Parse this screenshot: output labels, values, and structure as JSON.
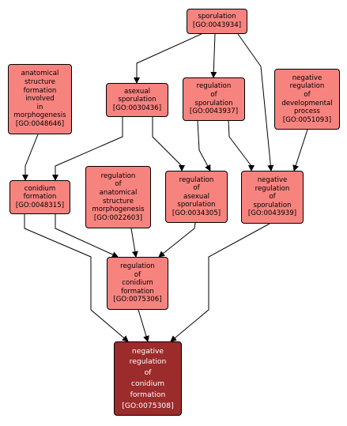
{
  "diagram": {
    "colors": {
      "node_fill": "#f7837f",
      "focus_fill": "#9c2b2b",
      "border": "#000000",
      "focus_text": "#ffffff",
      "edge": "#000000"
    },
    "nodes": [
      {
        "id": "GO:0043934",
        "lines": [
          "sporulation",
          "[GO:0043934]"
        ],
        "focus": false
      },
      {
        "id": "GO:0048646",
        "lines": [
          "anatomical",
          "structure",
          "formation",
          "involved",
          "in",
          "morphogenesis",
          "[GO:0048646]"
        ],
        "focus": false
      },
      {
        "id": "GO:0030436",
        "lines": [
          "asexual",
          "sporulation",
          "[GO:0030436]"
        ],
        "focus": false
      },
      {
        "id": "GO:0043937",
        "lines": [
          "regulation",
          "of",
          "sporulation",
          "[GO:0043937]"
        ],
        "focus": false
      },
      {
        "id": "GO:0051093",
        "lines": [
          "negative",
          "regulation",
          "of",
          "developmental",
          "process",
          "[GO:0051093]"
        ],
        "focus": false
      },
      {
        "id": "GO:0048315",
        "lines": [
          "conidium",
          "formation",
          "[GO:0048315]"
        ],
        "focus": false
      },
      {
        "id": "GO:0022603",
        "lines": [
          "regulation",
          "of",
          "anatomical",
          "structure",
          "morphogenesis",
          "[GO:0022603]"
        ],
        "focus": false
      },
      {
        "id": "GO:0034305",
        "lines": [
          "regulation",
          "of",
          "asexual",
          "sporulation",
          "[GO:0034305]"
        ],
        "focus": false
      },
      {
        "id": "GO:0043939",
        "lines": [
          "negative",
          "regulation",
          "of",
          "sporulation",
          "[GO:0043939]"
        ],
        "focus": false
      },
      {
        "id": "GO:0075306",
        "lines": [
          "regulation",
          "of",
          "conidium",
          "formation",
          "[GO:0075306]"
        ],
        "focus": false
      },
      {
        "id": "GO:0075308",
        "lines": [
          "negative",
          "regulation",
          "of",
          "conidium",
          "formation",
          "[GO:0075308]"
        ],
        "focus": true
      }
    ],
    "edges": [
      {
        "from": "GO:0043934",
        "to": "GO:0030436"
      },
      {
        "from": "GO:0043934",
        "to": "GO:0043937"
      },
      {
        "from": "GO:0043934",
        "to": "GO:0043939"
      },
      {
        "from": "GO:0048646",
        "to": "GO:0048315"
      },
      {
        "from": "GO:0030436",
        "to": "GO:0048315"
      },
      {
        "from": "GO:0030436",
        "to": "GO:0034305"
      },
      {
        "from": "GO:0043937",
        "to": "GO:0034305"
      },
      {
        "from": "GO:0043937",
        "to": "GO:0043939"
      },
      {
        "from": "GO:0051093",
        "to": "GO:0043939"
      },
      {
        "from": "GO:0048315",
        "to": "GO:0075306"
      },
      {
        "from": "GO:0048315",
        "to": "GO:0075308"
      },
      {
        "from": "GO:0022603",
        "to": "GO:0075306"
      },
      {
        "from": "GO:0034305",
        "to": "GO:0075306"
      },
      {
        "from": "GO:0043939",
        "to": "GO:0075308"
      },
      {
        "from": "GO:0075306",
        "to": "GO:0075308"
      }
    ]
  }
}
